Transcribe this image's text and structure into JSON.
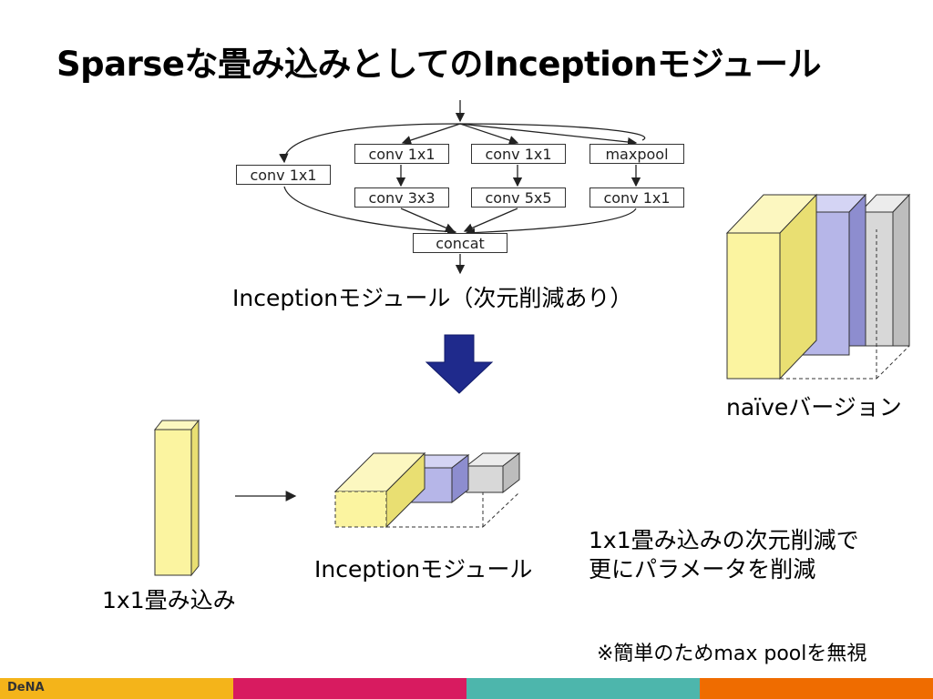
{
  "title": "Sparseな畳み込みとしてのInceptionモジュール",
  "diagram": {
    "left_box": "conv 1x1",
    "top_row": [
      "conv 1x1",
      "conv 1x1",
      "maxpool"
    ],
    "bottom_row": [
      "conv 3x3",
      "conv 5x5",
      "conv 1x1"
    ],
    "concat": "concat",
    "caption": "Inceptionモジュール（次元削減あり）"
  },
  "naive_label": "naïveバージョン",
  "conv1x1_label": "1x1畳み込み",
  "inception_label": "Inceptionモジュール",
  "reduction_note": [
    "1x1畳み込みの次元削減で",
    "更にパラメータを削減"
  ],
  "footnote": "※簡単のためmax poolを無視",
  "footer": {
    "logo": "DeNA",
    "colors": [
      "#f4b41a",
      "#d81b60",
      "#4db6ac",
      "#ef6c00"
    ]
  },
  "colors": {
    "yellow_block": "#fbf4a0",
    "blue_block": "#b6b6e8",
    "gray_block": "#d8d8d8",
    "down_arrow": "#1f2a8c"
  }
}
